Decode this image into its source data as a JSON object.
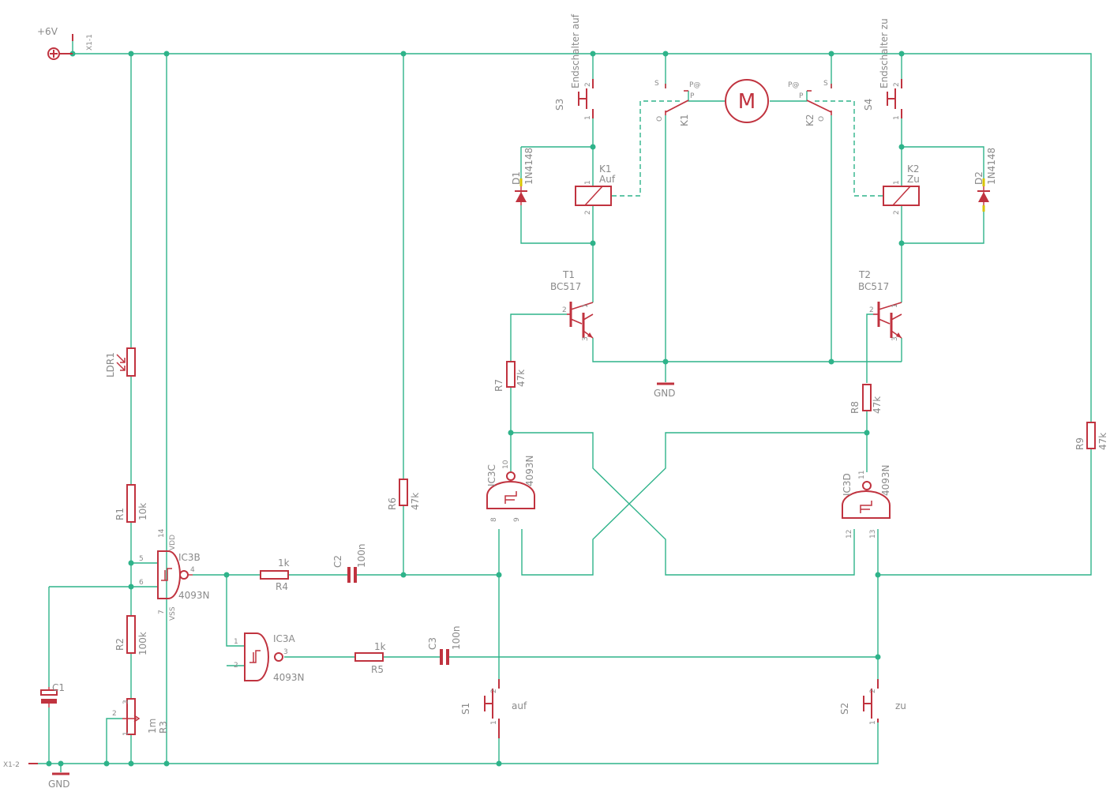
{
  "power": {
    "vplus": "+6V",
    "x1_1": "X1-1",
    "x1_2": "X1-2",
    "gnd": "GND",
    "gnd_mid": "GND"
  },
  "motor": {
    "label": "M",
    "p_left": "P@",
    "p_left_small": "P",
    "s_left": "S",
    "p_right": "P@",
    "p_right_small": "P",
    "s_right": "S"
  },
  "relays": {
    "k1": {
      "name": "K1",
      "value": "Auf",
      "contact": "K1",
      "o": "O"
    },
    "k2": {
      "name": "K2",
      "value": "Zu",
      "contact": "K2",
      "o": "O"
    }
  },
  "switches": {
    "s3": {
      "name": "S3",
      "value": "Endschalter auf"
    },
    "s4": {
      "name": "S4",
      "value": "Endschalter zu"
    },
    "s1": {
      "name": "S1",
      "value": "auf"
    },
    "s2": {
      "name": "S2",
      "value": "zu"
    }
  },
  "diodes": {
    "d1": {
      "name": "D1",
      "value": "1N4148"
    },
    "d2": {
      "name": "D2",
      "value": "1N4148"
    }
  },
  "transistors": {
    "t1": {
      "name": "T1",
      "value": "BC517"
    },
    "t2": {
      "name": "T2",
      "value": "BC517"
    }
  },
  "resistors": {
    "r1": {
      "name": "R1",
      "value": "10k"
    },
    "r2": {
      "name": "R2",
      "value": "100k"
    },
    "r3": {
      "name": "R3",
      "value": "1m"
    },
    "r4": {
      "name": "R4",
      "value": "1k"
    },
    "r5": {
      "name": "R5",
      "value": "1k"
    },
    "r6": {
      "name": "R6",
      "value": "47k"
    },
    "r7": {
      "name": "R7",
      "value": "47k"
    },
    "r8": {
      "name": "R8",
      "value": "47k"
    },
    "r9": {
      "name": "R9",
      "value": "47k"
    },
    "ldr1": {
      "name": "LDR1"
    }
  },
  "capacitors": {
    "c1": {
      "name": "C1"
    },
    "c2": {
      "name": "C2",
      "value": "100n"
    },
    "c3": {
      "name": "C3",
      "value": "100n"
    }
  },
  "gates": {
    "ic3a": {
      "name": "IC3A",
      "value": "4093N"
    },
    "ic3b": {
      "name": "IC3B",
      "value": "4093N",
      "vdd": "VDD",
      "vss": "VSS"
    },
    "ic3c": {
      "name": "IC3C",
      "value": "4093N"
    },
    "ic3d": {
      "name": "IC3D",
      "value": "4093N"
    }
  },
  "pins": {
    "one": "1",
    "two": "2",
    "three": "3",
    "four": "4",
    "five": "5",
    "six": "6",
    "seven": "7",
    "eight": "8",
    "nine": "9",
    "ten": "10",
    "eleven": "11",
    "twelve": "12",
    "thirteen": "13",
    "fourteen": "14"
  }
}
